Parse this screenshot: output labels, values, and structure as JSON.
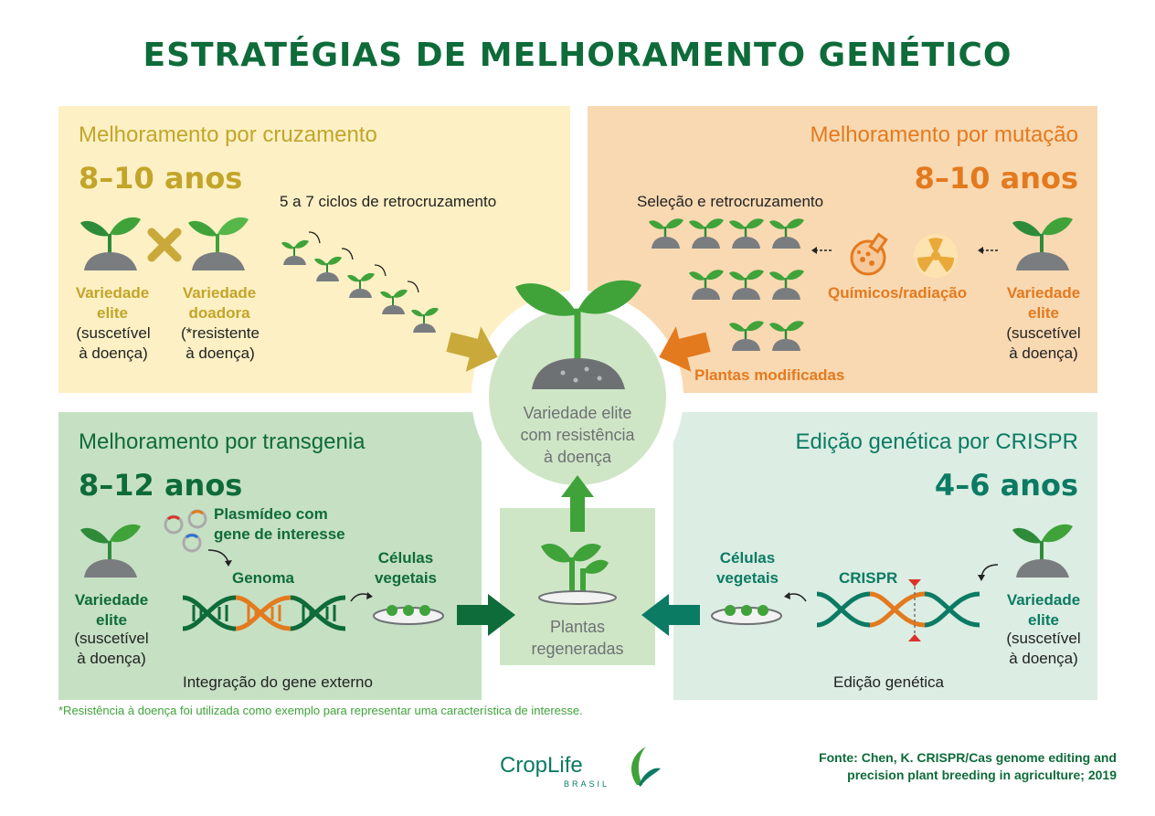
{
  "title": "ESTRATÉGIAS DE MELHORAMENTO GENÉTICO",
  "colors": {
    "dark_green": "#0e6b3a",
    "olive": "#c2a52a",
    "orange": "#e37a1e",
    "teal": "#0b7b63",
    "bright_green": "#3fa33a"
  },
  "top_left": {
    "title": "Melhoramento por cruzamento",
    "years": "8–10 anos",
    "cycles": "5 a 7 ciclos de retrocruzamento",
    "elite_label": [
      "Variedade",
      "elite"
    ],
    "elite_note": [
      "(suscetível",
      "à doença)"
    ],
    "donor_label": [
      "Variedade",
      "doadora"
    ],
    "donor_note": [
      "(*resistente",
      "à doença)"
    ]
  },
  "top_right": {
    "title": "Melhoramento por mutação",
    "years": "8–10 anos",
    "selection": "Seleção e retrocruzamento",
    "chem": "Químicos/radiação",
    "modified": "Plantas modificadas",
    "elite_label": [
      "Variedade",
      "elite"
    ],
    "elite_note": [
      "(suscetível",
      "à doença)"
    ]
  },
  "bottom_left": {
    "title": "Melhoramento por transgenia",
    "years": "8–12 anos",
    "plasmid": [
      "Plasmídeo com",
      "gene de interesse"
    ],
    "genome": "Genoma",
    "cells": [
      "Células",
      "vegetais"
    ],
    "integration": "Integração do gene externo",
    "elite_label": [
      "Variedade",
      "elite"
    ],
    "elite_note": [
      "(suscetível",
      "à doença)"
    ]
  },
  "bottom_right": {
    "title": "Edição genética por CRISPR",
    "years": "4–6 anos",
    "crispr": "CRISPR",
    "cells": [
      "Células",
      "vegetais"
    ],
    "editing": "Edição genética",
    "elite_label": [
      "Variedade",
      "elite"
    ],
    "elite_note": [
      "(suscetível",
      "à doença)"
    ]
  },
  "center": {
    "result": [
      "Variedade elite",
      "com resistência",
      "à doença"
    ],
    "regen": [
      "Plantas",
      "regeneradas"
    ]
  },
  "footnote": "*Resistência à doença foi utilizada como exemplo para representar uma característica de interesse.",
  "source": [
    "Fonte: Chen, K. CRISPR/Cas genome editing and",
    "precision plant breeding in agriculture; 2019"
  ],
  "logo": {
    "name": "CropLife",
    "sub": "BRASIL"
  }
}
